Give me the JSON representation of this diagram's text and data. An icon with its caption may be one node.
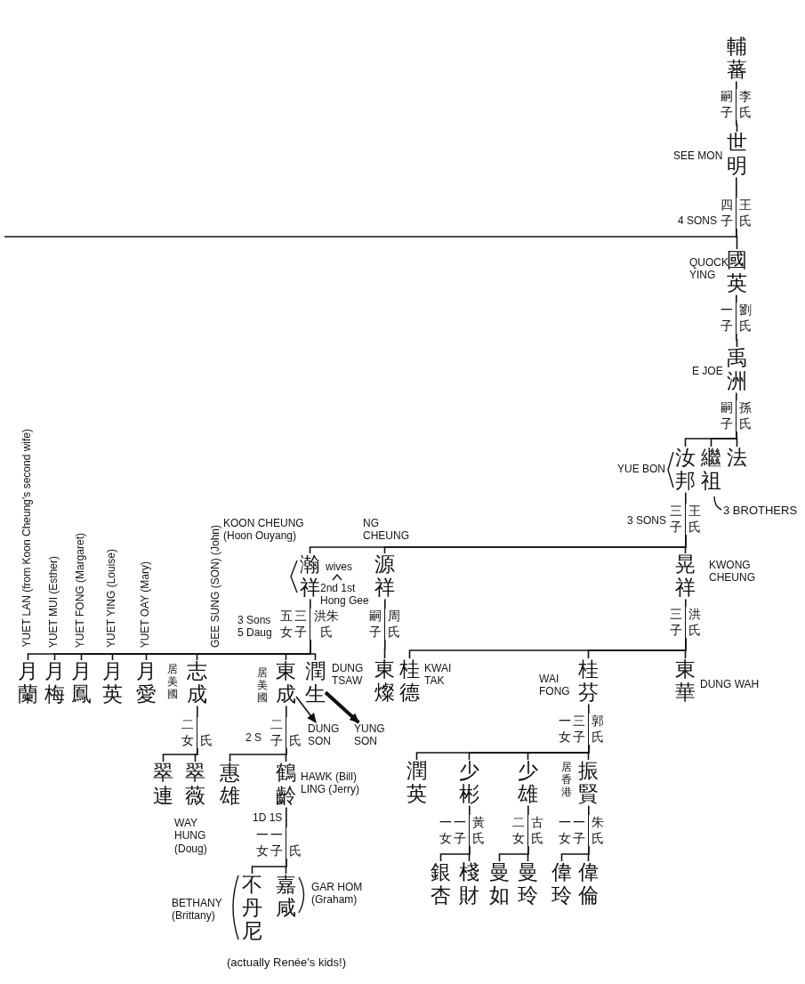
{
  "diagram": {
    "nodes": [
      {
        "text": [
          "輔蕃"
        ]
      },
      {
        "text": [
          "嗣子",
          "李氏"
        ]
      },
      {
        "text": [
          "世明"
        ],
        "beside": [
          "SEE MON"
        ]
      },
      {
        "text": [
          "四子",
          "王氏"
        ],
        "beside": [
          "4 SONS"
        ]
      },
      {
        "text": [
          "國英"
        ],
        "beside": [
          "QUOCK YING"
        ]
      },
      {
        "text": [
          "一子",
          "劉氏"
        ]
      },
      {
        "text": [
          "禹洲"
        ],
        "beside": [
          "E JOE"
        ]
      },
      {
        "text": [
          "嗣子",
          "孫氏"
        ]
      },
      {
        "text": [
          "汝邦"
        ],
        "beside": [
          "YUE BON"
        ]
      },
      {
        "text": [
          "繼祖"
        ]
      },
      {
        "text": [
          "法"
        ]
      },
      {
        "text": [
          "三子",
          "王氏"
        ],
        "beside": [
          "3 SONS"
        ]
      },
      {
        "text": [
          "瀚祥"
        ],
        "beside": [
          "KOON CHEUNG (Hoon Ouyang)",
          "wives"
        ]
      },
      {
        "text": [
          "源祥"
        ],
        "beside": [
          "NG CHEUNG"
        ]
      },
      {
        "text": [
          "晃祥"
        ],
        "beside": [
          "KWONG CHEUNG"
        ]
      },
      {
        "text": [
          "五女",
          "三子",
          "洪朱氏"
        ],
        "beside": [
          "3 Sons 5 Daug",
          "2nd 1st Hong Gee"
        ]
      },
      {
        "text": [
          "嗣子",
          "周氏"
        ]
      },
      {
        "text": [
          "三子",
          "洪氏"
        ]
      },
      {
        "text": [
          "月蘭"
        ],
        "beside": [
          "YUET LAN (from Koon Cheung's second wife)"
        ]
      },
      {
        "text": [
          "月梅"
        ],
        "beside": [
          "YUET MUI (Esther)"
        ]
      },
      {
        "text": [
          "月鳳"
        ],
        "beside": [
          "YUET FONG (Margaret)"
        ]
      },
      {
        "text": [
          "月英"
        ],
        "beside": [
          "YUET YING (Louise)"
        ]
      },
      {
        "text": [
          "月愛"
        ],
        "beside": [
          "YUET OAY (Mary)"
        ]
      },
      {
        "text": [
          "志成"
        ],
        "beside": [
          "居美國",
          "GEE SUNG (SON) (John)"
        ]
      },
      {
        "text": [
          "東成"
        ],
        "beside": [
          "居美國"
        ]
      },
      {
        "text": [
          "潤生"
        ]
      },
      {
        "text": [
          "東燦"
        ],
        "beside": [
          "DUNG TSAW"
        ]
      },
      {
        "text": [
          "桂德"
        ],
        "beside": [
          "KWAI TAK"
        ]
      },
      {
        "text": [
          "桂芬"
        ],
        "beside": [
          "WAI FONG"
        ]
      },
      {
        "text": [
          "東華"
        ],
        "beside": [
          "DUNG WAH"
        ]
      },
      {
        "text": [
          "二女",
          "氏"
        ]
      },
      {
        "text": [
          "二子",
          "氏"
        ],
        "beside": [
          "2 S"
        ]
      },
      {
        "text": [
          "DUNG SON"
        ]
      },
      {
        "text": [
          "YUNG SON"
        ]
      },
      {
        "text": [
          "一女",
          "三子",
          "郭氏"
        ]
      },
      {
        "text": [
          "翠連"
        ]
      },
      {
        "text": [
          "翠薇"
        ]
      },
      {
        "text": [
          "惠雄"
        ],
        "beside": [
          "WAY HUNG (Doug)"
        ]
      },
      {
        "text": [
          "鶴齡"
        ],
        "beside": [
          "HAWK (Bill) LING (Jerry)"
        ]
      },
      {
        "text": [
          "潤英"
        ]
      },
      {
        "text": [
          "少彬"
        ]
      },
      {
        "text": [
          "少雄"
        ]
      },
      {
        "text": [
          "振賢"
        ],
        "beside": [
          "居香港"
        ]
      },
      {
        "text": [
          "一女",
          "一子",
          "氏"
        ],
        "beside": [
          "1D 1S"
        ]
      },
      {
        "text": [
          "一女",
          "一子",
          "黃氏"
        ]
      },
      {
        "text": [
          "二女",
          "古氏"
        ]
      },
      {
        "text": [
          "一女",
          "一子",
          "朱氏"
        ]
      },
      {
        "text": [
          "不丹尼"
        ],
        "beside": [
          "BETHANY (Brittany)"
        ]
      },
      {
        "text": [
          "嘉咸"
        ],
        "beside": [
          "GAR HOM (Graham)"
        ]
      },
      {
        "text": [
          "銀杏"
        ]
      },
      {
        "text": [
          "棧財"
        ]
      },
      {
        "text": [
          "曼如"
        ]
      },
      {
        "text": [
          "曼玲"
        ]
      },
      {
        "text": [
          "偉玲"
        ]
      },
      {
        "text": [
          "偉倫"
        ]
      }
    ],
    "edges": [
      {
        "from": 0,
        "to": 1,
        "arrow": "none"
      },
      {
        "from": 1,
        "to": 2,
        "arrow": "none"
      },
      {
        "from": 2,
        "to": 3,
        "arrow": "none"
      },
      {
        "from": 3,
        "to": 4,
        "arrow": "none"
      },
      {
        "from": 3,
        "to": null,
        "arrow": "none"
      },
      {
        "from": 4,
        "to": 5,
        "arrow": "none"
      },
      {
        "from": 5,
        "to": 6,
        "arrow": "none"
      },
      {
        "from": 6,
        "to": 7,
        "arrow": "none"
      },
      {
        "from": 7,
        "to": 8,
        "arrow": "none"
      },
      {
        "from": 7,
        "to": 9,
        "arrow": "none"
      },
      {
        "from": 7,
        "to": 10,
        "arrow": "none"
      },
      {
        "from": 8,
        "to": 11,
        "arrow": "none"
      },
      {
        "from": 11,
        "to": 12,
        "arrow": "none"
      },
      {
        "from": 11,
        "to": 13,
        "arrow": "none"
      },
      {
        "from": 11,
        "to": 14,
        "arrow": "none"
      },
      {
        "from": 12,
        "to": 15,
        "arrow": "none"
      },
      {
        "from": 13,
        "to": 16,
        "arrow": "none"
      },
      {
        "from": 14,
        "to": 17,
        "arrow": "none"
      },
      {
        "from": 15,
        "to": 18,
        "arrow": "none"
      },
      {
        "from": 15,
        "to": 19,
        "arrow": "none"
      },
      {
        "from": 15,
        "to": 20,
        "arrow": "none"
      },
      {
        "from": 15,
        "to": 21,
        "arrow": "none"
      },
      {
        "from": 15,
        "to": 22,
        "arrow": "none"
      },
      {
        "from": 15,
        "to": 23,
        "arrow": "none"
      },
      {
        "from": 15,
        "to": 24,
        "arrow": "none"
      },
      {
        "from": 15,
        "to": 25,
        "arrow": "none"
      },
      {
        "from": 16,
        "to": 26,
        "arrow": "none"
      },
      {
        "from": 17,
        "to": 27,
        "arrow": "none"
      },
      {
        "from": 17,
        "to": 28,
        "arrow": "none"
      },
      {
        "from": 17,
        "to": 29,
        "arrow": "none"
      },
      {
        "from": 23,
        "to": 30,
        "arrow": "none"
      },
      {
        "from": 24,
        "to": 31,
        "arrow": "none"
      },
      {
        "from": 24,
        "to": 32,
        "arrow": "to"
      },
      {
        "from": 25,
        "to": 33,
        "arrow": "to",
        "style": "thick"
      },
      {
        "from": 28,
        "to": 34,
        "arrow": "none"
      },
      {
        "from": 30,
        "to": 35,
        "arrow": "none"
      },
      {
        "from": 30,
        "to": 36,
        "arrow": "none"
      },
      {
        "from": 31,
        "to": 37,
        "arrow": "none"
      },
      {
        "from": 31,
        "to": 38,
        "arrow": "none"
      },
      {
        "from": 34,
        "to": 39,
        "arrow": "none"
      },
      {
        "from": 34,
        "to": 40,
        "arrow": "none"
      },
      {
        "from": 34,
        "to": 41,
        "arrow": "none"
      },
      {
        "from": 34,
        "to": 42,
        "arrow": "none"
      },
      {
        "from": 38,
        "to": 43,
        "arrow": "none"
      },
      {
        "from": 40,
        "to": 44,
        "arrow": "none"
      },
      {
        "from": 41,
        "to": 45,
        "arrow": "none"
      },
      {
        "from": 42,
        "to": 46,
        "arrow": "none"
      },
      {
        "from": 43,
        "to": 47,
        "arrow": "none"
      },
      {
        "from": 43,
        "to": 48,
        "arrow": "none"
      },
      {
        "from": 44,
        "to": 49,
        "arrow": "none"
      },
      {
        "from": 44,
        "to": 50,
        "arrow": "none"
      },
      {
        "from": 45,
        "to": 51,
        "arrow": "none"
      },
      {
        "from": 45,
        "to": 52,
        "arrow": "none"
      },
      {
        "from": 46,
        "to": 53,
        "arrow": "none"
      },
      {
        "from": 46,
        "to": 54,
        "arrow": "none"
      }
    ],
    "labels": [
      "3 BROTHERS",
      "(actually Renée's kids!)"
    ]
  }
}
